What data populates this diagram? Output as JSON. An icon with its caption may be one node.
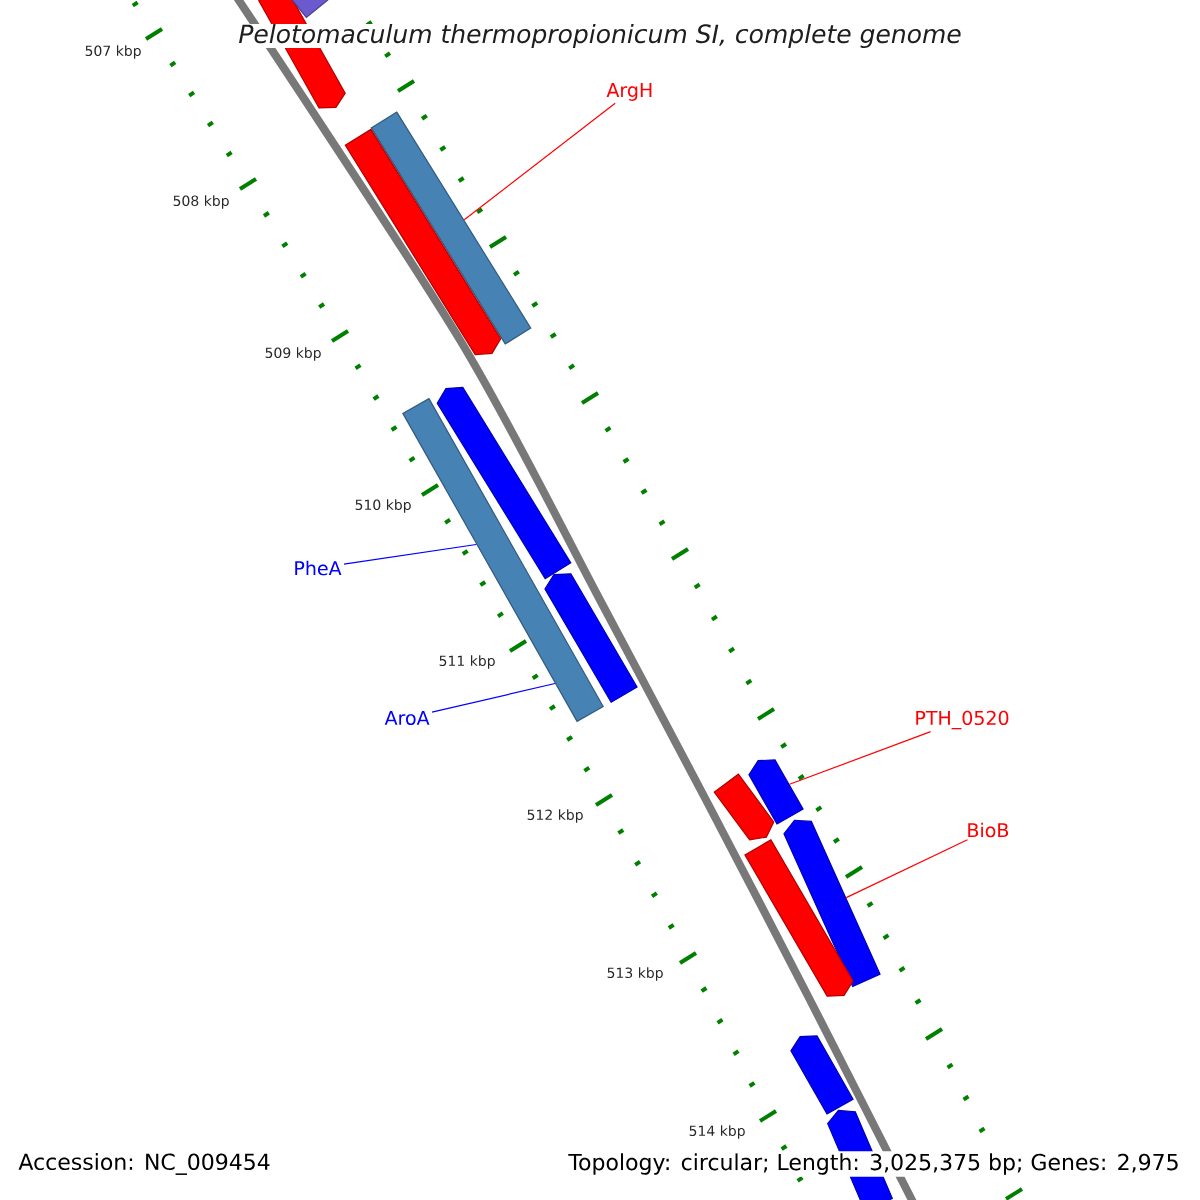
{
  "diagram": {
    "title": "Pelotomaculum thermopropionicum SI, complete genome",
    "nodes": [
      {
        "text": [],
        "shape": "bar"
      },
      {
        "text": [],
        "shape": "bar"
      },
      {
        "text": [
          "ArgH"
        ]
      },
      {
        "text": [],
        "shape": "bar"
      },
      {
        "text": [],
        "shape": "bar"
      },
      {
        "text": [],
        "shape": "bar"
      },
      {
        "text": [],
        "shape": "bar"
      },
      {
        "text": [
          "PheA"
        ]
      },
      {
        "text": [],
        "shape": "bar"
      },
      {
        "text": [
          "AroA"
        ]
      },
      {
        "text": [
          "PTH_0520"
        ]
      },
      {
        "text": [],
        "shape": "bar"
      },
      {
        "text": [],
        "shape": "bar"
      },
      {
        "text": [
          "BioB"
        ]
      },
      {
        "text": [],
        "shape": "bar"
      },
      {
        "text": [],
        "shape": "bar"
      },
      {
        "text": [],
        "shape": "bar"
      },
      {
        "text": [],
        "shape": "bar"
      }
    ],
    "edges": [
      {
        "from": 2,
        "to": 3,
        "arrow": "none"
      },
      {
        "from": 7,
        "to": 6,
        "arrow": "none",
        "color": "#0000ff"
      },
      {
        "from": 9,
        "to": 6,
        "arrow": "none",
        "color": "#0000ff"
      },
      {
        "from": 10,
        "to": 11,
        "arrow": "none"
      },
      {
        "from": 13,
        "to": 14,
        "arrow": "none"
      }
    ],
    "labels": [
      "507 kbp",
      "508 kbp",
      "509 kbp",
      "510 kbp",
      "511 kbp",
      "512 kbp",
      "513 kbp",
      "514 kbp",
      "Accession: NC_009454",
      "Topology: circular; Length: 3,025,375 bp; Genes: 2,975"
    ]
  }
}
